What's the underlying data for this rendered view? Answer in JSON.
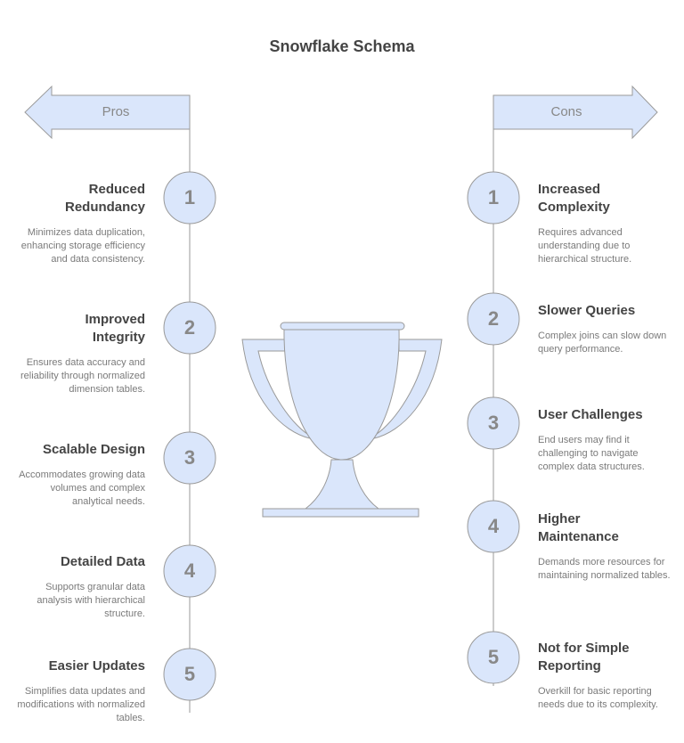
{
  "title": "Snowflake Schema",
  "colors": {
    "fill": "#dae6fb",
    "stroke": "#9a9a9a"
  },
  "pros": {
    "label": "Pros",
    "items": [
      {
        "num": "1",
        "title": "Reduced Redundancy",
        "desc": "Minimizes data duplication, enhancing storage efficiency and data consistency."
      },
      {
        "num": "2",
        "title": "Improved Integrity",
        "desc": "Ensures data accuracy and reliability through normalized dimension tables."
      },
      {
        "num": "3",
        "title": "Scalable Design",
        "desc": "Accommodates growing data volumes and complex analytical needs."
      },
      {
        "num": "4",
        "title": "Detailed Data",
        "desc": "Supports granular data analysis with hierarchical structure."
      },
      {
        "num": "5",
        "title": "Easier Updates",
        "desc": "Simplifies data updates and modifications with normalized tables."
      }
    ]
  },
  "cons": {
    "label": "Cons",
    "items": [
      {
        "num": "1",
        "title": "Increased Complexity",
        "desc": "Requires advanced understanding due to hierarchical structure."
      },
      {
        "num": "2",
        "title": "Slower Queries",
        "desc": "Complex joins can slow down query performance."
      },
      {
        "num": "3",
        "title": "User Challenges",
        "desc": "End users may find it challenging to navigate complex data structures."
      },
      {
        "num": "4",
        "title": "Higher Maintenance",
        "desc": "Demands more resources for maintaining normalized tables."
      },
      {
        "num": "5",
        "title": "Not for Simple Reporting",
        "desc": "Overkill for basic reporting needs due to its complexity."
      }
    ]
  }
}
